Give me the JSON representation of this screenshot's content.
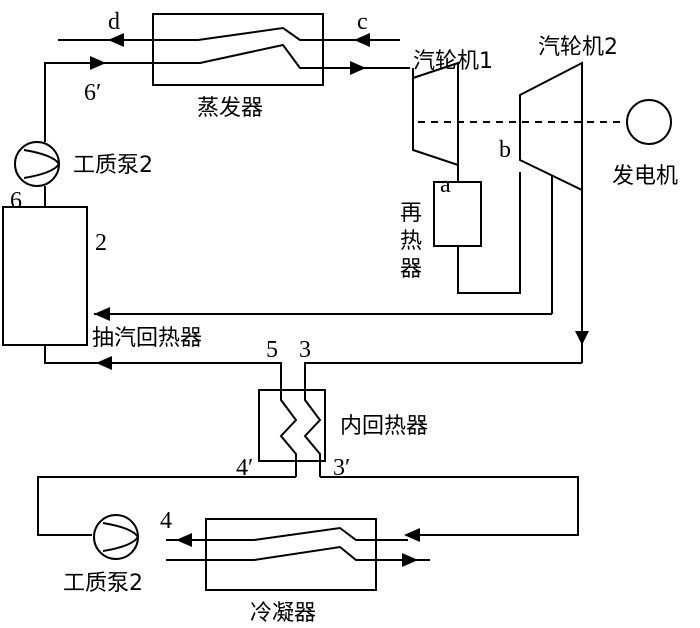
{
  "labels": {
    "d": "d",
    "c": "c",
    "p6prime": "6′",
    "evaporator": "蒸发器",
    "turbine1": "汽轮机1",
    "turbine2": "汽轮机2",
    "b": "b",
    "a": "a",
    "generator": "发电机",
    "pump_top": "工质泵2",
    "p6": "6",
    "p2": "2",
    "reheater_1": "再",
    "reheater_2": "热",
    "reheater_3": "器",
    "extraction_regenerator": "抽汽回热器",
    "p5": "5",
    "p3": "3",
    "internal_regenerator": "内回热器",
    "p4prime": "4′",
    "p3prime": "3′",
    "p4": "4",
    "pump_bottom": "工质泵2",
    "condenser": "冷凝器"
  }
}
